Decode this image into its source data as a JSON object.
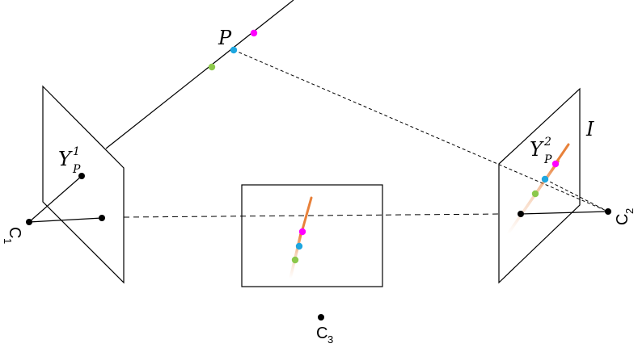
{
  "labels": {
    "point_P": "P",
    "image_I": "I",
    "proj1_base": "Y",
    "proj1_sub": "P",
    "proj1_sup": "1",
    "proj2_base": "Y",
    "proj2_sub": "P",
    "proj2_sup": "2",
    "cam1_base": "C",
    "cam1_sub": "1",
    "cam2_base": "C",
    "cam2_sub": "2",
    "cam3_base": "C",
    "cam3_sub": "3"
  },
  "colors": {
    "stroke": "#000000",
    "magenta": "#ff00ff",
    "cyan": "#1ea7e0",
    "green": "#8cc84b",
    "epipolar": "#e8813a"
  }
}
